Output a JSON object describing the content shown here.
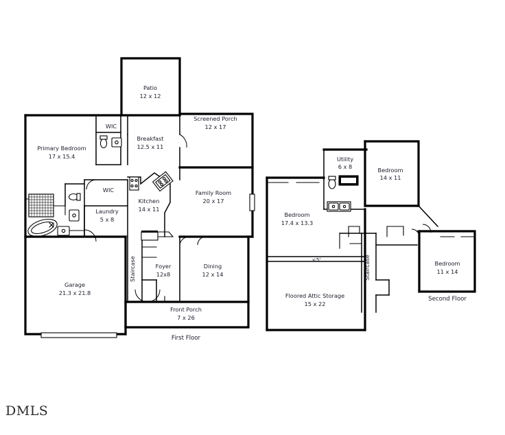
{
  "document": {
    "type": "real-estate-floor-plan",
    "watermark": "DMLS",
    "background_color": "#ffffff",
    "line_color": "#000000",
    "text_color": "#1a1a28"
  },
  "floors": [
    {
      "id": "first-floor",
      "caption": "First Floor",
      "rooms": [
        {
          "id": "patio",
          "name": "Patio",
          "dimensions": "12 x 12"
        },
        {
          "id": "screened-porch",
          "name": "Screened Porch",
          "dimensions": "12 x 17"
        },
        {
          "id": "primary-bedroom",
          "name": "Primary Bedroom",
          "dimensions": "17 x 15.4"
        },
        {
          "id": "wic-primary",
          "name": "WIC",
          "dimensions": ""
        },
        {
          "id": "wic-hall",
          "name": "WIC",
          "dimensions": ""
        },
        {
          "id": "breakfast",
          "name": "Breakfast",
          "dimensions": "12.5 x 11"
        },
        {
          "id": "kitchen",
          "name": "Kitchen",
          "dimensions": "14 x 11"
        },
        {
          "id": "family-room",
          "name": "Family Room",
          "dimensions": "20 x 17"
        },
        {
          "id": "laundry",
          "name": "Laundry",
          "dimensions": "5 x 8"
        },
        {
          "id": "staircase-1",
          "name": "Staircase",
          "dimensions": ""
        },
        {
          "id": "foyer",
          "name": "Foyer",
          "dimensions": "12x8"
        },
        {
          "id": "dining",
          "name": "Dining",
          "dimensions": "12 x 14"
        },
        {
          "id": "garage",
          "name": "Garage",
          "dimensions": "21.3 x 21.8"
        },
        {
          "id": "front-porch",
          "name": "Front Porch",
          "dimensions": "7 x 26"
        }
      ]
    },
    {
      "id": "second-floor",
      "caption": "Second Floor",
      "rooms": [
        {
          "id": "utility",
          "name": "Utility",
          "dimensions": "6 x 8"
        },
        {
          "id": "bedroom-14x11",
          "name": "Bedroom",
          "dimensions": "14 x 11"
        },
        {
          "id": "bedroom-17x13",
          "name": "Bedroom",
          "dimensions": "17.4 x 13.3"
        },
        {
          "id": "bedroom-11x14",
          "name": "Bedroom",
          "dimensions": "11 x 14"
        },
        {
          "id": "staircase-2",
          "name": "Staircase",
          "dimensions": ""
        },
        {
          "id": "attic-storage",
          "name": "Floored Attic Storage",
          "dimensions": "15 x 22"
        }
      ],
      "annotations": [
        {
          "id": "knee-wall-height",
          "text": "<5'"
        }
      ]
    }
  ]
}
